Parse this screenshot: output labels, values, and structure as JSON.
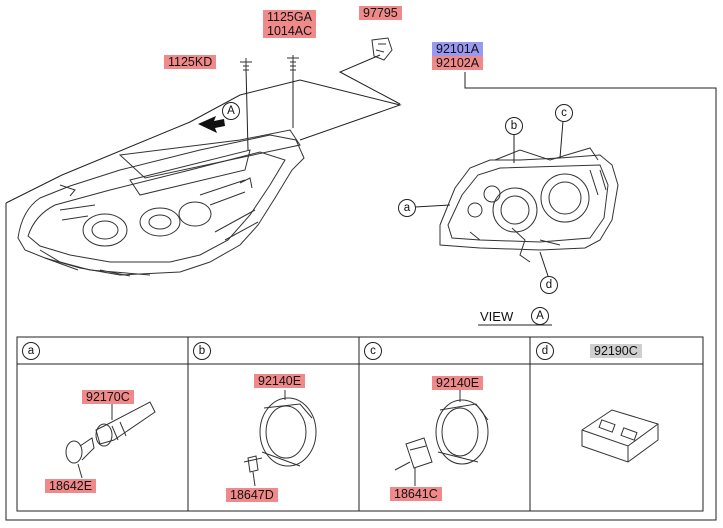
{
  "labels": {
    "p1125GA": "1125GA",
    "p1014AC": "1014AC",
    "p97795": "97795",
    "p1125KD": "1125KD",
    "p92101A": "92101A",
    "p92102A": "92102A",
    "p92170C": "92170C",
    "p18642E": "18642E",
    "p92140E_b": "92140E",
    "p18647D": "18647D",
    "p92140E_c": "92140E",
    "p18641C": "18641C",
    "p92190C": "92190C"
  },
  "callouts": {
    "A_top": "A",
    "a_main": "a",
    "b_main": "b",
    "c_main": "c",
    "d_main": "d",
    "view_A": "A"
  },
  "view_text": "VIEW",
  "sections": {
    "a": "a",
    "b": "b",
    "c": "c",
    "d": "d"
  },
  "colors": {
    "part_red": "#f08a8a",
    "part_blue": "#9999f2",
    "part_grey": "#cfcfcf"
  }
}
